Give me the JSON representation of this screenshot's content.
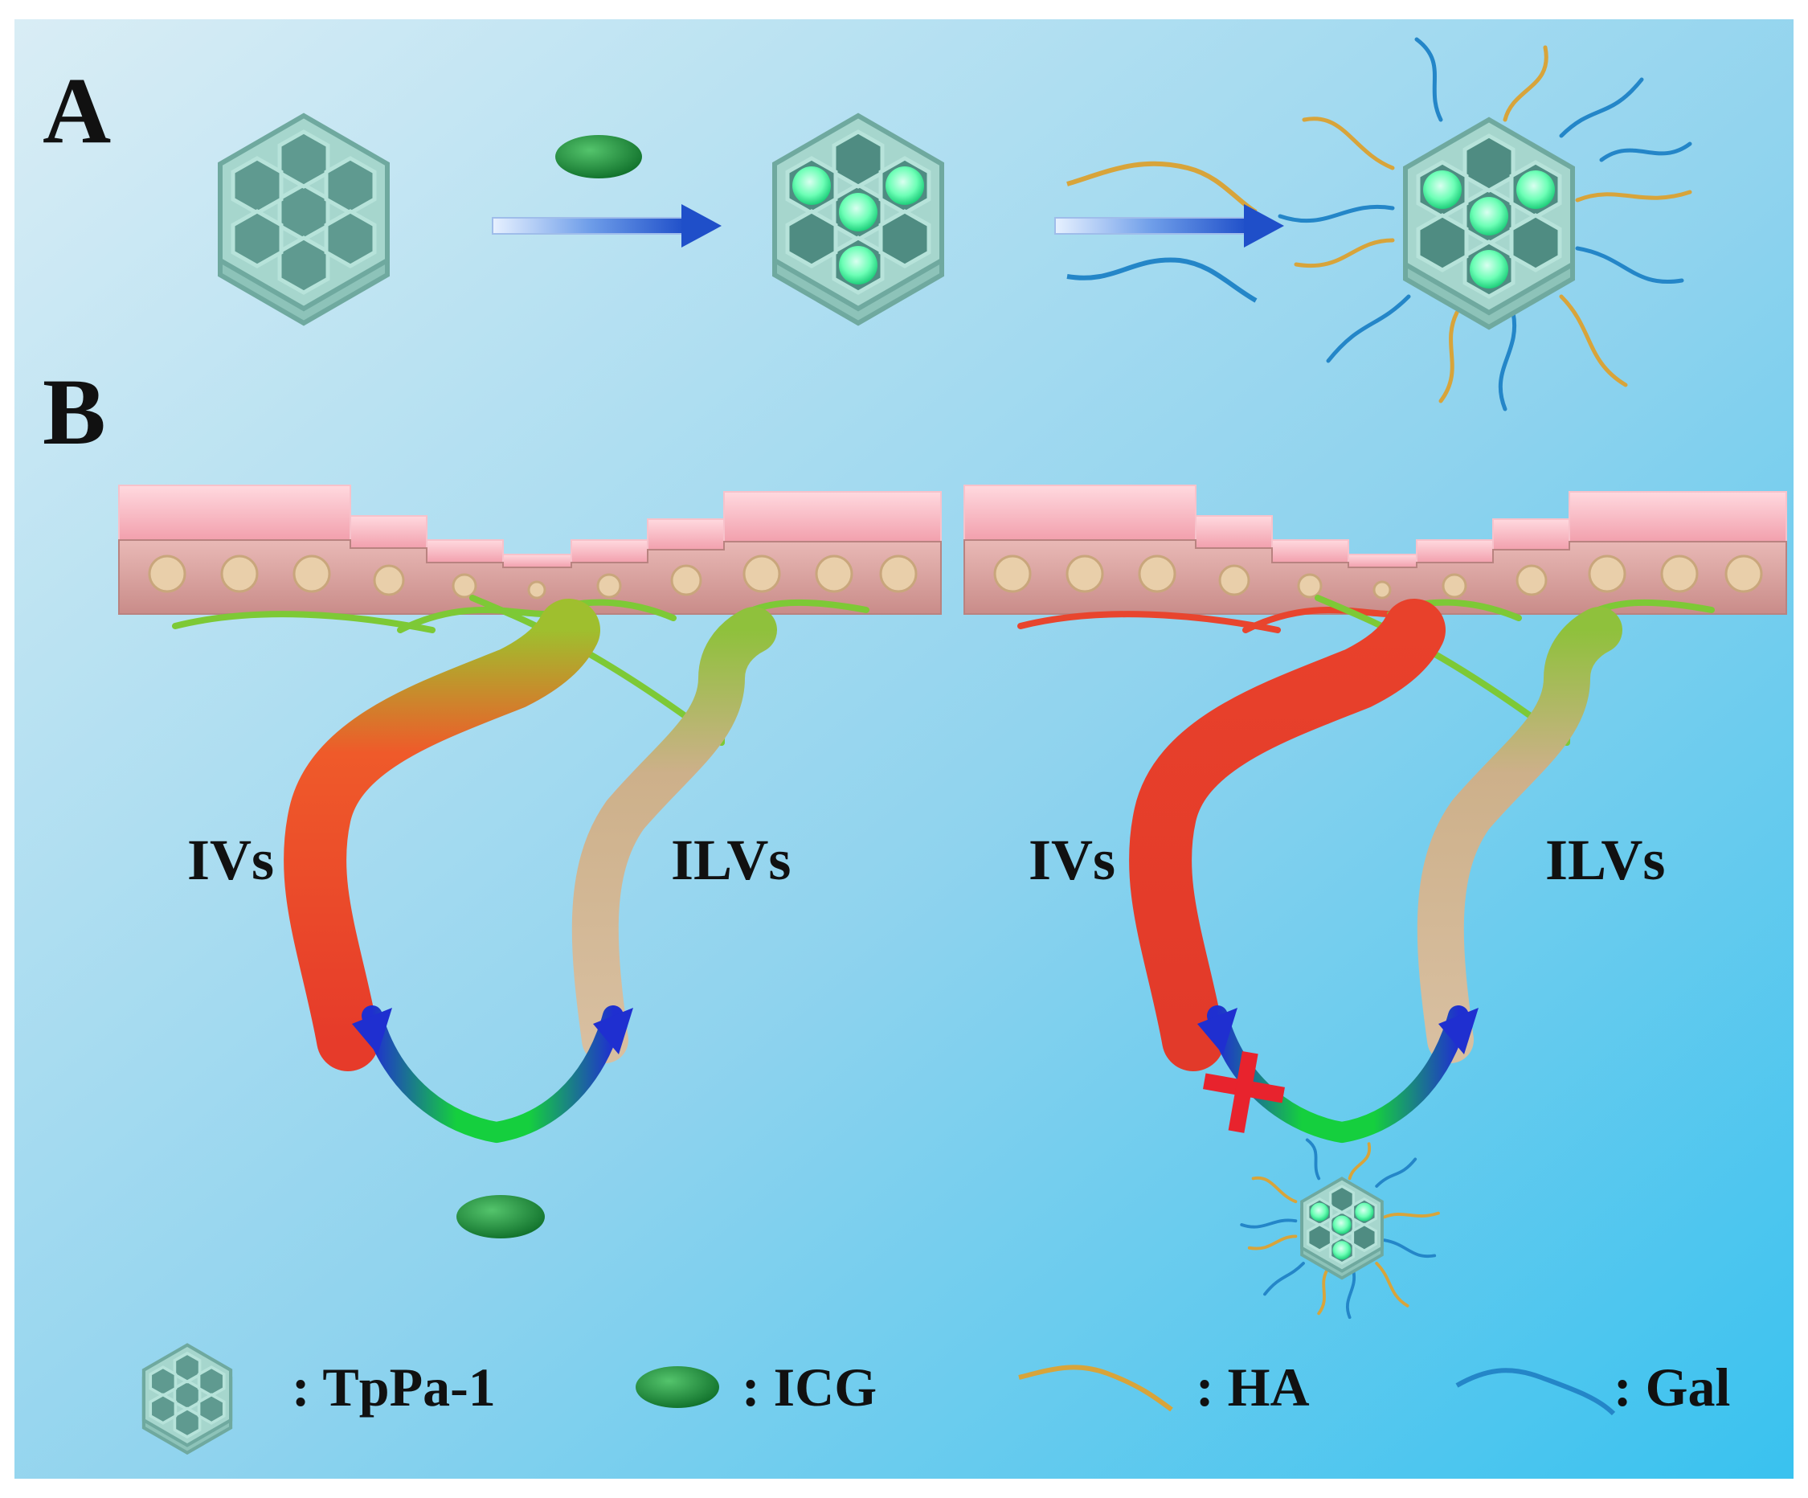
{
  "panels": {
    "a": "A",
    "b": "B"
  },
  "vessels": {
    "left_iv": "IVs",
    "left_ilv": "ILVs",
    "right_iv": "IVs",
    "right_ilv": "ILVs"
  },
  "legend": {
    "tppa": ": TpPa-1",
    "icg": ": ICG",
    "ha": ": HA",
    "gal": ": Gal"
  },
  "colors": {
    "bg_light": "#d6ebf4",
    "bg_dark": "#41c4ee",
    "cof": "#9fcfc7",
    "icg": "#1d9a3f",
    "ha": "#d8a43a",
    "gal": "#2486c8",
    "iv": "#e8452e",
    "ilv": "#cdb28a",
    "tissue": "#dca7a5",
    "block": "#e8232d"
  }
}
